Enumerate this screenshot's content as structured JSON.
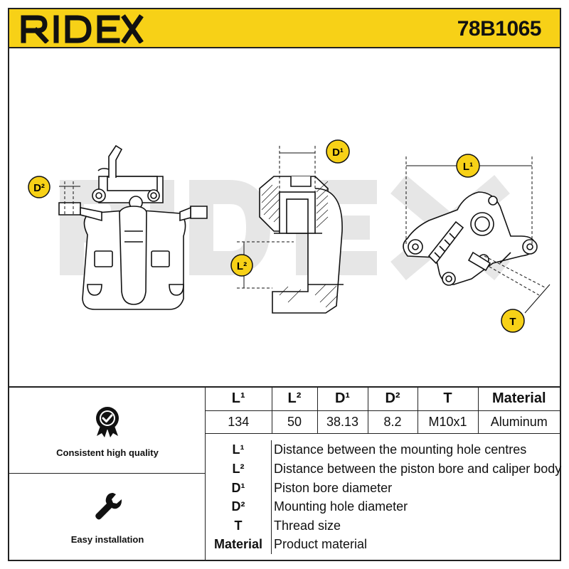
{
  "header": {
    "brand": "RIDEX",
    "part_number": "78B1065"
  },
  "drawing": {
    "watermark": "RIDEX",
    "callouts": {
      "d2": "D²",
      "d1": "D¹",
      "l1": "L¹",
      "l2": "L²",
      "t": "T"
    }
  },
  "features": [
    {
      "icon": "quality-badge-icon",
      "label": "Consistent high quality"
    },
    {
      "icon": "wrench-icon",
      "label": "Easy installation"
    }
  ],
  "spec_table": {
    "headers": [
      "L¹",
      "L²",
      "D¹",
      "D²",
      "T",
      "Material"
    ],
    "values": [
      "134",
      "50",
      "38.13",
      "8.2",
      "M10x1",
      "Aluminum"
    ]
  },
  "legend": [
    {
      "symbol": "L¹",
      "description": "Distance between the mounting hole centres"
    },
    {
      "symbol": "L²",
      "description": "Distance between the piston bore and caliper body"
    },
    {
      "symbol": "D¹",
      "description": "Piston bore diameter"
    },
    {
      "symbol": "D²",
      "description": "Mounting hole diameter"
    },
    {
      "symbol": "T",
      "description": "Thread size"
    },
    {
      "symbol": "Material",
      "description": "Product material"
    }
  ],
  "colors": {
    "accent": "#f7d117",
    "line": "#222222",
    "watermark": "#e6e6e6"
  }
}
